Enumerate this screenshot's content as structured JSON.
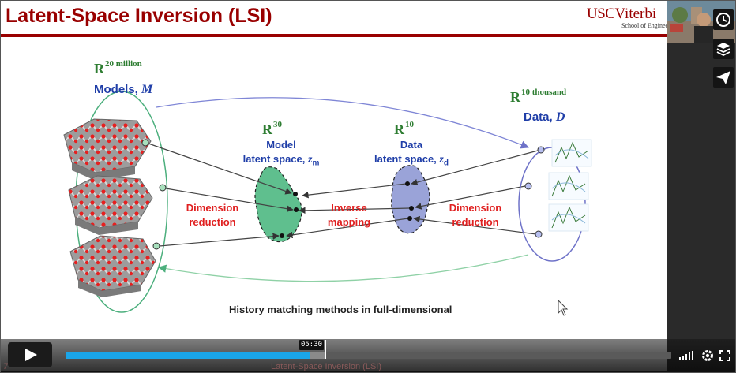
{
  "slide": {
    "title": "Latent-Space Inversion (LSI)",
    "logo_main_1": "USC",
    "logo_main_2": "Viterbi",
    "logo_sub": "School of Engineering"
  },
  "diagram": {
    "models_space_base": "R",
    "models_space_exp": "20 million",
    "models_label": "Models, ",
    "models_symbol": "M",
    "model_latent_space_base": "R",
    "model_latent_space_exp": "30",
    "model_latent_line1": "Model",
    "model_latent_line2": "latent space, ",
    "model_latent_symbol": "z",
    "model_latent_sub": "m",
    "data_latent_space_base": "R",
    "data_latent_space_exp": "10",
    "data_latent_line1": "Data",
    "data_latent_line2": "latent space, ",
    "data_latent_symbol": "z",
    "data_latent_sub": "d",
    "data_space_base": "R",
    "data_space_exp": "10 thousand",
    "data_label": "Data, ",
    "data_symbol": "D",
    "dim_reduction_left_1": "Dimension",
    "dim_reduction_left_2": "reduction",
    "inverse_mapping_1": "Inverse",
    "inverse_mapping_2": "mapping",
    "dim_reduction_right_1": "Dimension",
    "dim_reduction_right_2": "reduction",
    "caption": "History matching methods in full-dimensional",
    "colors": {
      "title_red": "#990000",
      "model_ellipse": "#4caf7d",
      "data_ellipse": "#6e72c8",
      "model_blob": "#5fbf8e",
      "data_blob": "#9aa3d8",
      "arrow_blue": "#7f86d6",
      "arrow_green": "#8fd1a6",
      "label_red": "#e02020"
    }
  },
  "player": {
    "time_tooltip": "05:30",
    "progress_fraction": 0.404,
    "buffer_fraction": 0.43,
    "ghost_left_text": "7",
    "ghost_center_text": "Latent-Space Inversion (LSI)",
    "icons": [
      "play-icon",
      "volume-icon",
      "settings-icon",
      "fullscreen-icon"
    ]
  },
  "sidebar": {
    "buttons": [
      "clock-icon",
      "layers-icon",
      "send-icon"
    ]
  }
}
